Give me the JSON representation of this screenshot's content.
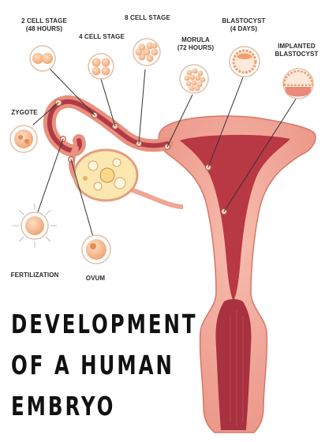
{
  "labels": {
    "two_cell": "2 CELL STAGE\n(48 HOURS)",
    "four_cell": "4 CELL STAGE",
    "eight_cell": "8 CELL STAGE",
    "morula": "MORULA\n(72 HOURS)",
    "blastocyst": "BLASTOCYST\n(4 DAYS)",
    "implanted": "IMPLANTED\nBLASTOCYST",
    "zygote": "ZYGOTE",
    "fertilization": "FERTILIZATION",
    "ovum": "OVUM"
  },
  "title": {
    "line1": "DEVELOPMENT",
    "line2": "OF A HUMAN",
    "line3": "EMBRYO"
  },
  "colors": {
    "tissue": "#f2a594",
    "tissue_dark": "#c2454d",
    "cavity": "#a8323f",
    "cell": "#f6b07c",
    "ovary": "#fde7b0",
    "leader": "#333333"
  }
}
